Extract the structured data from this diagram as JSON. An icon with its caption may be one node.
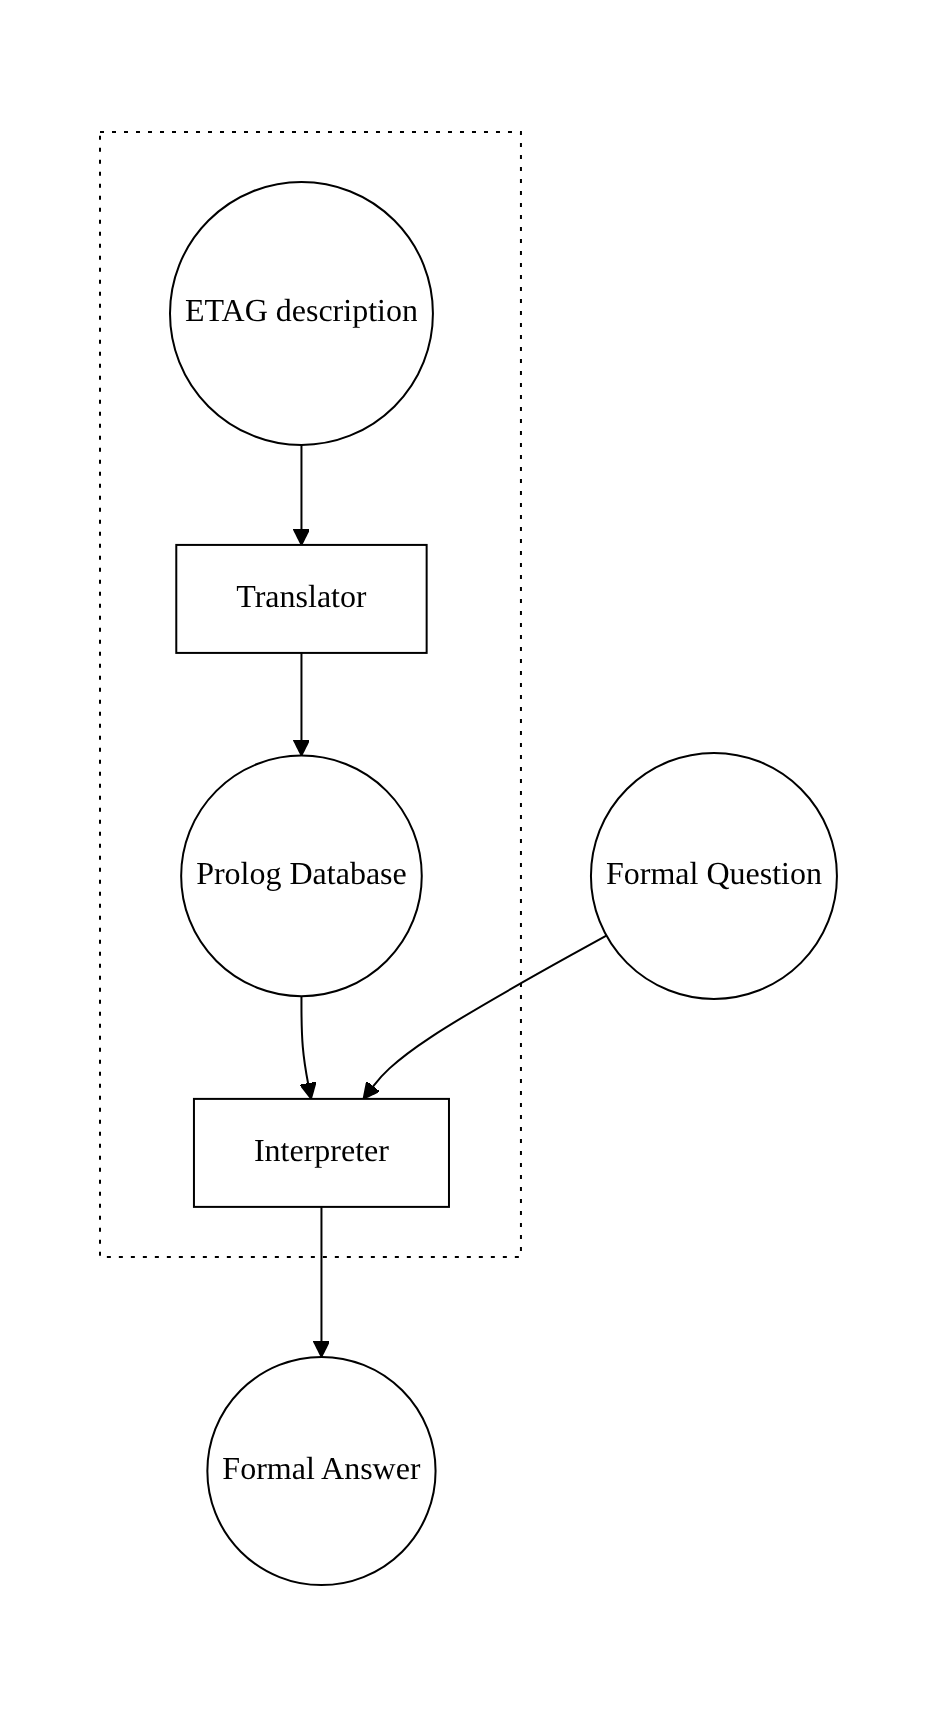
{
  "diagram": {
    "nodes": [
      {
        "text": [],
        "shape": "box"
      },
      {
        "text": [
          "ETAG description"
        ],
        "in": 0
      },
      {
        "text": [
          "Translator"
        ],
        "in": 0
      },
      {
        "text": [
          "Prolog Database"
        ],
        "in": 0
      },
      {
        "text": [
          "Interpreter"
        ],
        "in": 0
      },
      {
        "text": [
          "Formal Question"
        ]
      },
      {
        "text": [
          "Formal Answer"
        ]
      }
    ],
    "edges": [
      {
        "from": 1,
        "to": 2,
        "arrow": "to"
      },
      {
        "from": 2,
        "to": 3,
        "arrow": "to"
      },
      {
        "from": 3,
        "to": 4,
        "arrow": "to"
      },
      {
        "from": 5,
        "to": 4,
        "arrow": "to"
      },
      {
        "from": 4,
        "to": 6,
        "arrow": "to"
      }
    ]
  }
}
